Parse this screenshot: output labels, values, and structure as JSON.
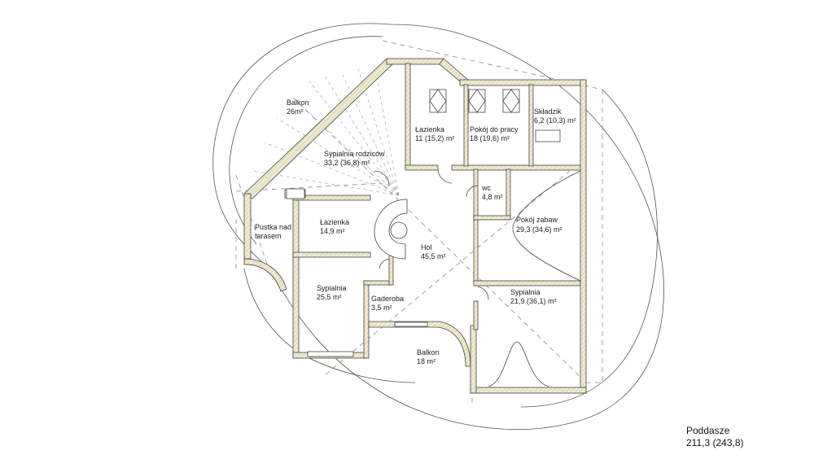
{
  "plan": {
    "floor_name": "Poddasze",
    "total_area": "211,3 (243,8)",
    "colors": {
      "wall": "#e9e4cb",
      "wall_hatch": "#c9c19a",
      "line": "#444444",
      "dash": "#8a8a8a"
    },
    "rooms": [
      {
        "id": "balkon-nw",
        "name": "Balkon",
        "area": "26m²"
      },
      {
        "id": "sypialnia-rodzicow",
        "name": "Sypialnia rodziców",
        "area": "33,2 (36,8) m²"
      },
      {
        "id": "lazienka-top",
        "name": "Łazienka",
        "area": "11 (15,2) m²"
      },
      {
        "id": "pokoj-do-pracy",
        "name": "Pokój do pracy",
        "area": "18 (19,6) m²"
      },
      {
        "id": "skladzik",
        "name": "Składzik",
        "area": "6,2 (10,3) m²"
      },
      {
        "id": "wc",
        "name": "wc",
        "area": "4,8 m²"
      },
      {
        "id": "pustka",
        "name": "Pustka nad",
        "area": "tarasem"
      },
      {
        "id": "lazienka-mid",
        "name": "Łazienka",
        "area": "14,9 m²"
      },
      {
        "id": "hol",
        "name": "Hol",
        "area": "45,5 m²"
      },
      {
        "id": "pokoj-zabaw",
        "name": "Pokój zabaw",
        "area": "29,3 (34,6) m²"
      },
      {
        "id": "sypialnia-left",
        "name": "Sypialnia",
        "area": "25,5 m²"
      },
      {
        "id": "garderoba",
        "name": "Gaderoba",
        "area": "3,5 m²"
      },
      {
        "id": "sypialnia-right",
        "name": "Sypialnia",
        "area": "21,9 (36,1) m²"
      },
      {
        "id": "balkon-s",
        "name": "Balkon",
        "area": "18 m²"
      }
    ]
  }
}
